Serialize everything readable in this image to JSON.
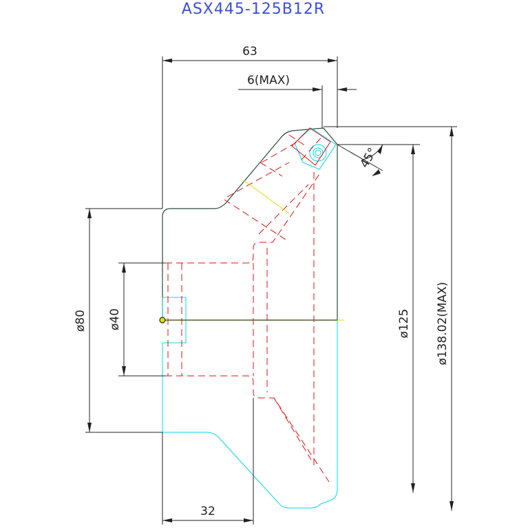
{
  "title": "ASX445-125B12R",
  "dimensions": {
    "width_total": "63",
    "max_depth": "6(MAX)",
    "angle": "45°",
    "dia_125": "ø125",
    "dia_max": "ø138.02(MAX)",
    "dia_80": "ø80",
    "dia_40": "ø40",
    "width_hub": "32"
  },
  "colors": {
    "title": "#3a4fe0",
    "outline": "#2a4a3a",
    "hidden": "#e01010",
    "cyan": "#00d8e8",
    "dim": "#222222",
    "yellow": "#e0e000"
  }
}
